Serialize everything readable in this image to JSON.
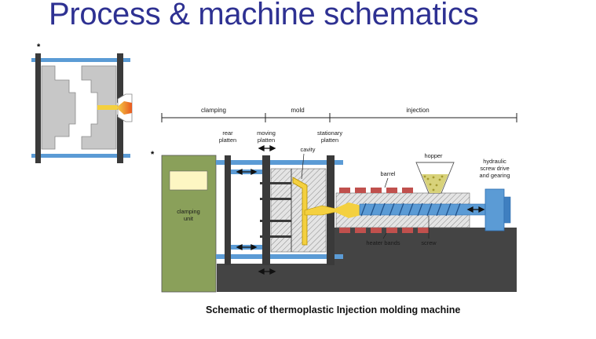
{
  "title": "Process & machine schematics",
  "caption": "Schematic of thermoplastic Injection molding machine",
  "markers": {
    "small_diagram": "*",
    "large_diagram": "*"
  },
  "sections": {
    "clamping": "clamping",
    "mold": "mold",
    "injection": "injection"
  },
  "labels": {
    "rear_platten": [
      "rear",
      "platten"
    ],
    "moving_platten": [
      "moving",
      "platten"
    ],
    "stationary_platten": [
      "stationary",
      "platten"
    ],
    "cavity": "cavity",
    "hopper": "hopper",
    "barrel": "barrel",
    "hydraulic": [
      "hydraulic",
      "screw drive",
      "and gearing"
    ],
    "clamping_unit": [
      "clamping",
      "unit"
    ],
    "heater_bands": "heater bands",
    "screw": "screw"
  },
  "colors": {
    "title": "#2e3192",
    "platen": "#3a3a3a",
    "tie_bar": "#5b9bd5",
    "clamp_unit": "#8aa05a",
    "base": "#444444",
    "heater": "#c0504d",
    "melt": "#f4d03f",
    "pellets": "#d8d27a",
    "mold_gray": "#c7c7c7",
    "hot_melt": "#f08a2c"
  }
}
